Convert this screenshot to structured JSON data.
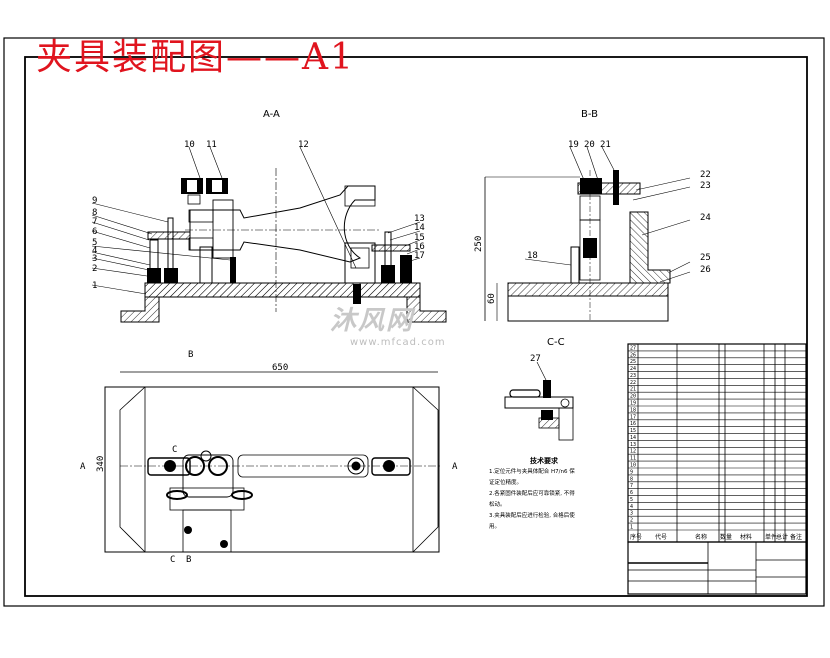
{
  "drawing": {
    "title": "夹具装配图——A1",
    "title_color": "#e0141e",
    "line_color": "#000000",
    "hatch_color": "#000000"
  },
  "views": {
    "section_aa": {
      "label": "A-A",
      "part_numbers": [
        "1",
        "2",
        "3",
        "4",
        "5",
        "6",
        "7",
        "8",
        "9",
        "10",
        "11",
        "12",
        "13",
        "14",
        "15",
        "16",
        "17"
      ]
    },
    "section_bb": {
      "label": "B-B",
      "part_numbers": [
        "18",
        "19",
        "20",
        "21",
        "22",
        "23",
        "24",
        "25",
        "26"
      ],
      "dims": {
        "height": "250",
        "base": "60"
      }
    },
    "section_cc": {
      "label": "C-C",
      "part_numbers": [
        "27"
      ]
    },
    "plan_view": {
      "dims": {
        "length": "650",
        "width": "340"
      },
      "section_marks": [
        "A",
        "A",
        "B",
        "C",
        "C",
        "B"
      ]
    }
  },
  "technical_requirements": {
    "heading": "技术要求",
    "items": [
      "1.定位元件与夹具体配合 H7/n6 保证定位精度。",
      "2.各紧固件装配后应可靠锁紧, 不得松动。",
      "3.夹具装配后应进行检验, 合格后使用。"
    ]
  },
  "bom": {
    "header": [
      "序号",
      "代号",
      "名称",
      "数量",
      "材料",
      "单件",
      "总计",
      "备注"
    ],
    "rows_count": 27
  },
  "watermark": {
    "brand": "沐风网",
    "url": "www.mfcad.com"
  }
}
